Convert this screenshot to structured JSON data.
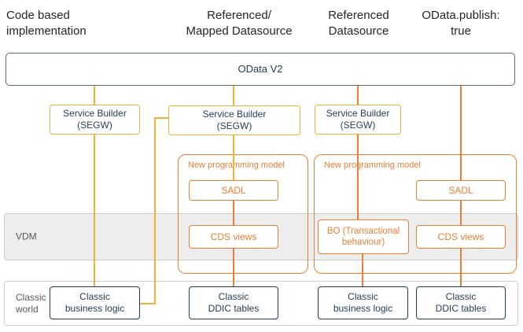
{
  "headers": [
    {
      "id": "code-based",
      "label": "Code based\nimplementation"
    },
    {
      "id": "referenced-mapped",
      "label": "Referenced/\nMapped Datasource"
    },
    {
      "id": "referenced",
      "label": "Referenced\nDatasource"
    },
    {
      "id": "odata-publish",
      "label": "OData.publish:\ntrue"
    }
  ],
  "odata_box": {
    "label": "OData V2"
  },
  "service_builder": {
    "label": "Service Builder\n(SEGW)"
  },
  "new_programming_model": {
    "label": "New programming model"
  },
  "sadl": {
    "label": "SADL"
  },
  "cds_views": {
    "label": "CDS views"
  },
  "bo": {
    "label": "BO (Transactional\nbehaviour)"
  },
  "bands": {
    "vdm": {
      "label": "VDM"
    },
    "classic": {
      "label": "Classic\nworld"
    }
  },
  "classic_boxes": {
    "business_logic": "Classic\nbusiness logic",
    "ddic_tables": "Classic\nDDIC tables"
  },
  "colors": {
    "yellow": "#F2B233",
    "orange": "#ED7D31",
    "navy": "#1F3D5C",
    "band_fill": "#EDEDED",
    "band_border": "#CCCCCC",
    "outer_border": "#5C6B79",
    "header_text": "#262626",
    "label_gray": "#595959"
  }
}
